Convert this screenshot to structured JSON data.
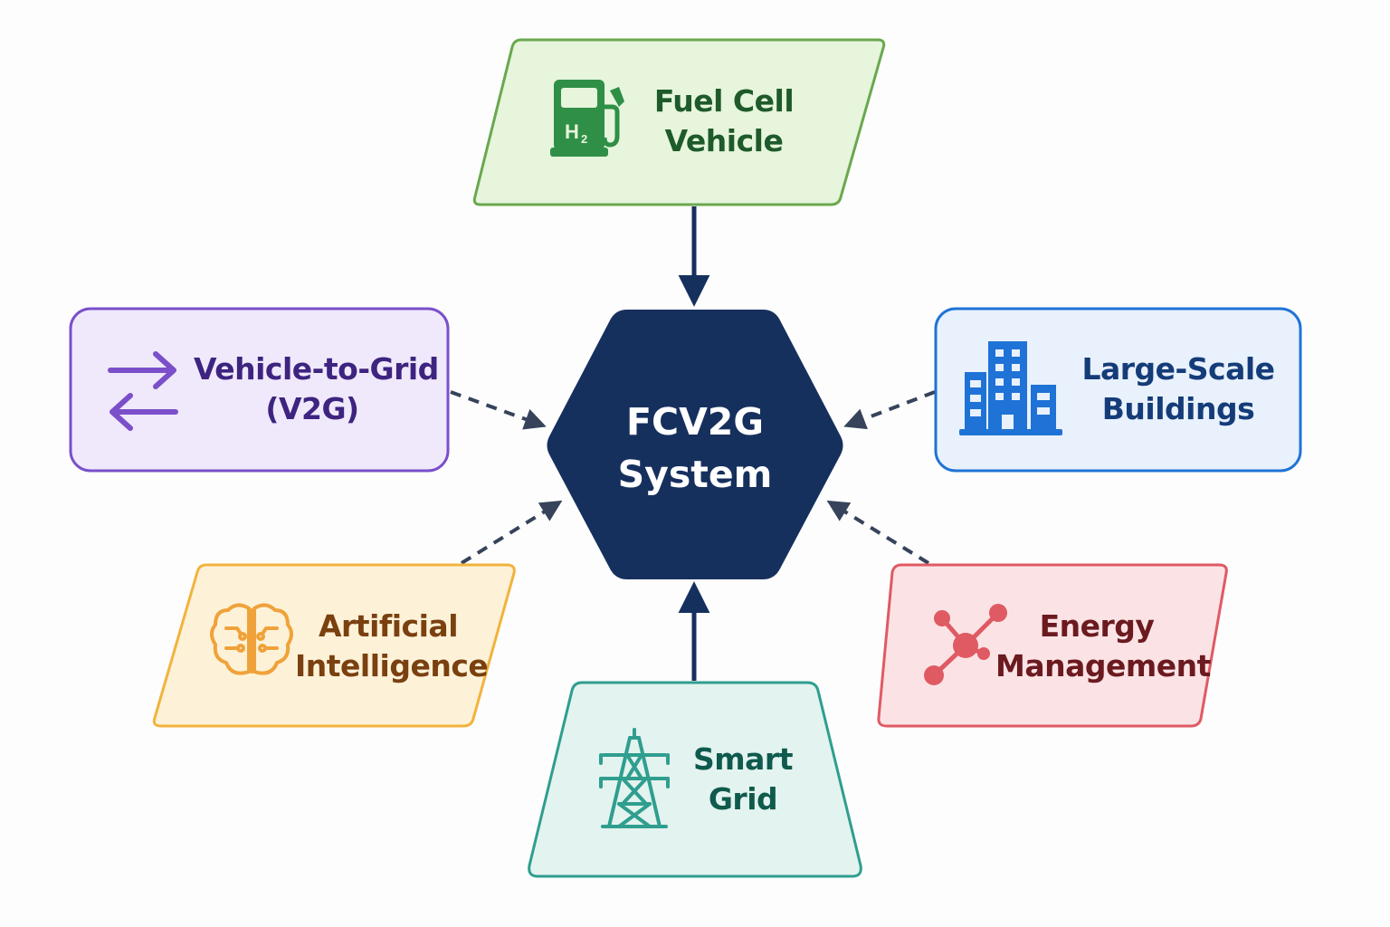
{
  "center": {
    "line1": "FCV2G",
    "line2": "System",
    "fill": "#16305e"
  },
  "nodes": {
    "fuel_cell_vehicle": {
      "line1": "Fuel Cell",
      "line2": "Vehicle",
      "icon": "hydrogen-fuel-pump-icon",
      "color": "#1e5a2a",
      "stroke": "#6aa84f",
      "fill": "#e6f5dc"
    },
    "v2g": {
      "line1": "Vehicle-to-Grid",
      "line2": "(V2G)",
      "icon": "bidirectional-arrows-icon",
      "color": "#3e2480",
      "stroke": "#7a4fc9",
      "fill": "#efe9fb"
    },
    "buildings": {
      "line1": "Large-Scale",
      "line2": "Buildings",
      "icon": "buildings-icon",
      "color": "#153c79",
      "stroke": "#1f73d6",
      "fill": "#e8f1fc"
    },
    "ai": {
      "line1": "Artificial",
      "line2": "Intelligence",
      "icon": "brain-circuit-icon",
      "color": "#7a4010",
      "stroke": "#f2b33d",
      "fill": "#fdf2d8"
    },
    "energy": {
      "line1": "Energy",
      "line2": "Management",
      "icon": "network-nodes-icon",
      "color": "#6b1a1f",
      "stroke": "#e05a63",
      "fill": "#fbe3e5"
    },
    "smart_grid": {
      "line1": "Smart",
      "line2": "Grid",
      "icon": "transmission-tower-icon",
      "color": "#0f5a4d",
      "stroke": "#2f9e8f",
      "fill": "#e3f3ef"
    }
  },
  "connector_color": "#16305e",
  "dashed_color": "#36435a"
}
